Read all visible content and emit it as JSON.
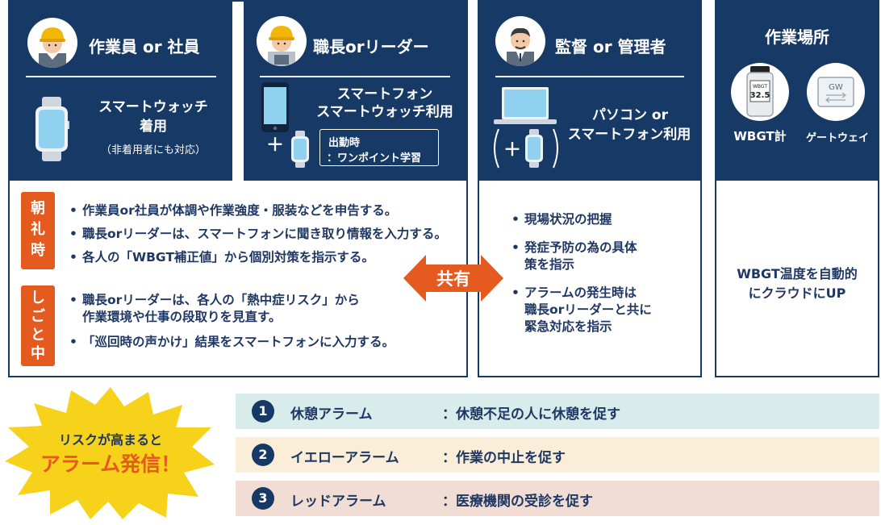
{
  "workers": {
    "title": "作業員 or 社員",
    "device_line1": "スマートウォッチ",
    "device_line2": "着用",
    "device_note": "（非着用者にも対応）"
  },
  "leaders": {
    "title": "職長orリーダー",
    "device_line1": "スマートフォン",
    "device_line2": "スマートウォッチ利用",
    "plus": "＋",
    "box_line1": "出勤時",
    "box_line2": "：ワンポイント学習"
  },
  "supervisors": {
    "title": "監督 or 管理者",
    "device_line1": "パソコン or",
    "device_line2": "スマートフォン利用",
    "plus": "＋",
    "bullets": [
      "現場状況の把握",
      "発症予防の為の具体",
      "策を指示",
      "アラームの発生時は",
      "職長orリーダーと共に",
      "緊急対応を指示"
    ]
  },
  "worksite": {
    "title": "作業場所",
    "sensor_label": "WBGT計",
    "sensor_screen_top": "WBGT",
    "sensor_screen_value": "32.5",
    "gateway_label": "ゲートウェイ",
    "gateway_screen": "GW",
    "body_line1": "WBGT温度を自動的",
    "body_line2": "にクラウドにUP"
  },
  "morning": {
    "tag": [
      "朝",
      "礼",
      "時"
    ],
    "bullets": [
      "作業員or社員が体調や作業強度・服装などを申告する。",
      "職長orリーダーは、スマートフォンに聞き取り情報を入力する。",
      "各人の「WBGT補正値」から個別対策を指示する。"
    ]
  },
  "working": {
    "tag": [
      "し",
      "ご",
      "と",
      "中"
    ],
    "bullets": [
      "職長orリーダーは、各人の「熱中症リスク」から",
      "作業環境や仕事の段取りを見直す。",
      "「巡回時の声かけ」結果をスマートフォンに入力する。"
    ]
  },
  "share_label": "共有",
  "burst": {
    "line1": "リスクが高まると",
    "line2": "アラーム発信！"
  },
  "alarms": [
    {
      "num": "1",
      "name": "休憩アラーム",
      "desc": "：休憩不足の人に休憩を促す",
      "color": "#d8ecec"
    },
    {
      "num": "2",
      "name": "イエローアラーム",
      "desc": "：作業の中止を促す",
      "color": "#fbeed8"
    },
    {
      "num": "3",
      "name": "レッドアラーム",
      "desc": "：医療機関の受診を促す",
      "color": "#f1ddd3"
    }
  ],
  "colors": {
    "navy": "#173966",
    "orange": "#e55a1e",
    "screen_blue": "#8fd1ee",
    "burst_yellow": "#f7d21a"
  }
}
